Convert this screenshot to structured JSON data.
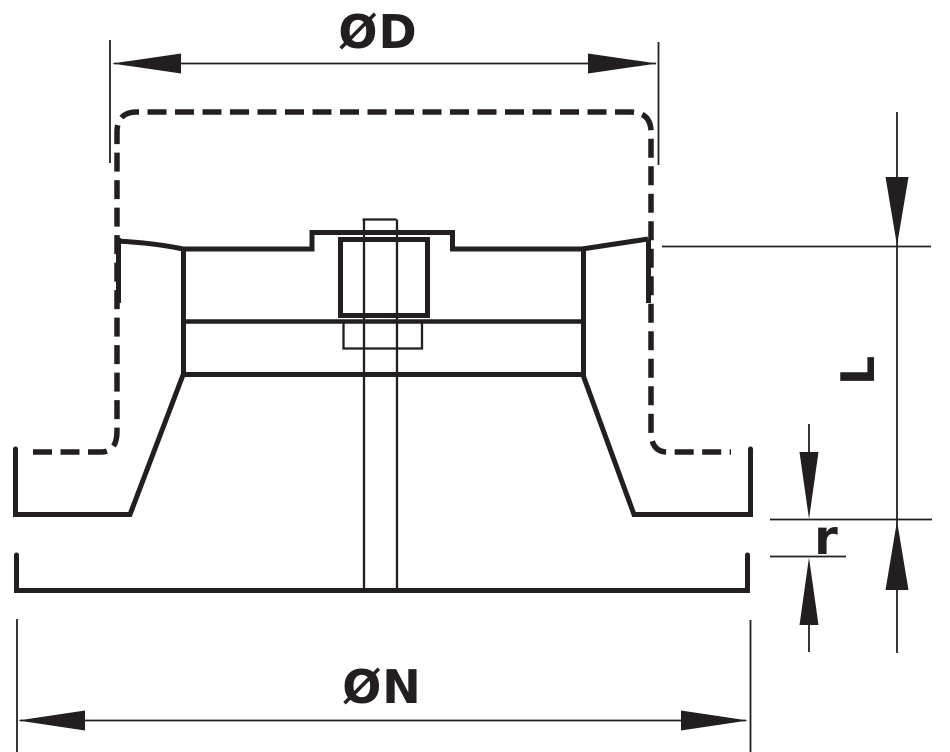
{
  "drawing": {
    "type": "engineering-cross-section",
    "description": "Dimensioned cross-section of a circular ceiling diffuser / valve with mounting duct shown dashed",
    "labels": {
      "diameter_outer": "ØD",
      "diameter_base": "ØN",
      "length": "L",
      "radius": "r"
    },
    "colors": {
      "line": "#231f20",
      "background": "#ffffff"
    }
  }
}
